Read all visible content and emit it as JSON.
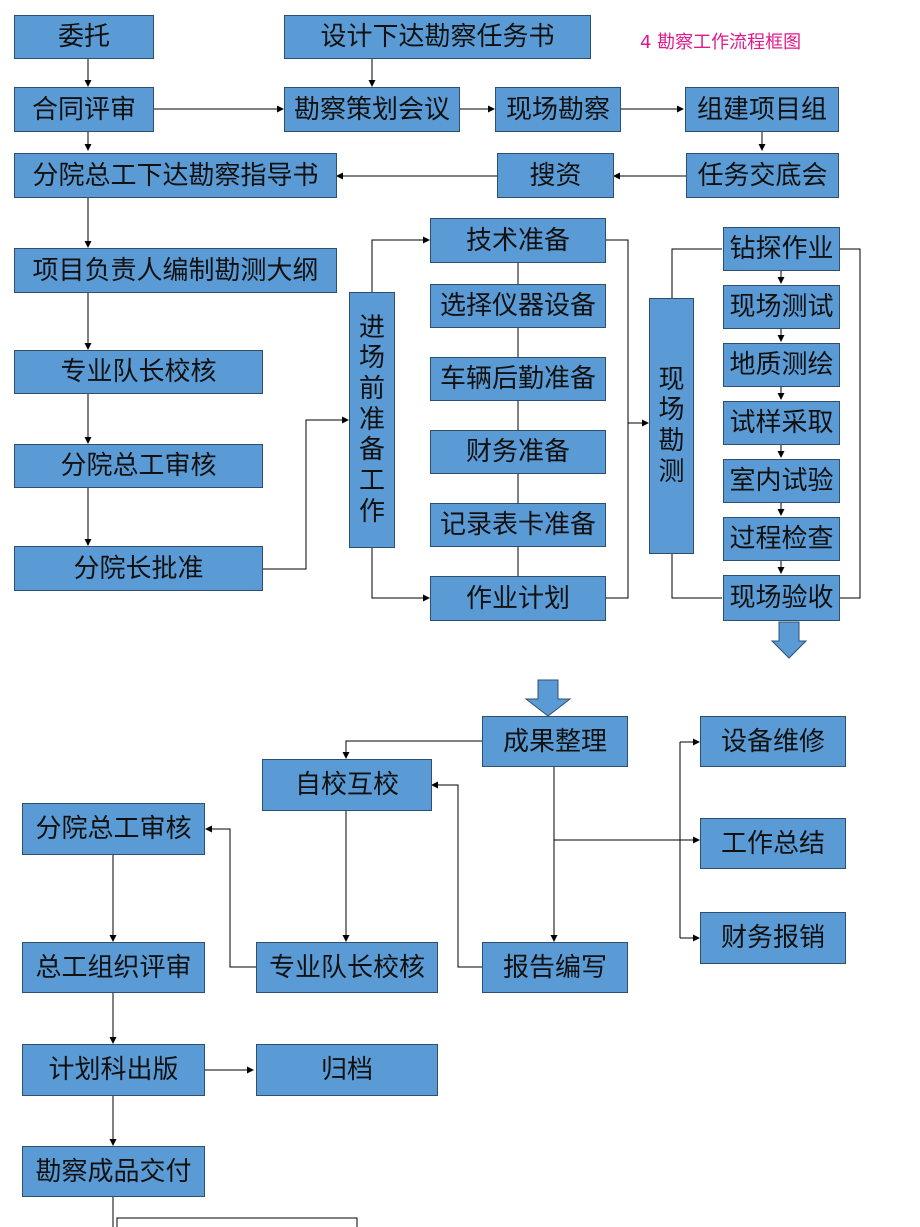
{
  "title": "4 勘察工作流程框图",
  "colors": {
    "node_fill": "#5b9bd5",
    "node_border": "#2f4f6f",
    "title": "#e0198a",
    "line": "#000000"
  },
  "nodes": {
    "commission": "委托",
    "design_task": "设计下达勘察任务书",
    "contract_review": "合同评审",
    "survey_planning": "勘察策划会议",
    "site_survey": "现场勘察",
    "form_team": "组建项目组",
    "guide_book": "分院总工下达勘察指导书",
    "collect_data": "搜资",
    "briefing": "任务交底会",
    "outline": "项目负责人编制勘测大纲",
    "leader_check": "专业队长校核",
    "chief_review": "分院总工审核",
    "director_approve": "分院长批准",
    "pre_work": "进场前准备工作",
    "tech_prep": "技术准备",
    "equip_select": "选择仪器设备",
    "vehicle_prep": "车辆后勤准备",
    "finance_prep": "财务准备",
    "forms_prep": "记录表卡准备",
    "work_plan": "作业计划",
    "field_survey": "现场勘测",
    "drilling": "钻探作业",
    "field_test": "现场测试",
    "geo_mapping": "地质测绘",
    "sampling": "试样采取",
    "lab_test": "室内试验",
    "process_check": "过程检查",
    "field_acceptance": "现场验收",
    "results": "成果整理",
    "self_check": "自校互校",
    "equip_repair": "设备维修",
    "chief_review2": "分院总工审核",
    "work_summary": "工作总结",
    "leader_check2": "专业队长校核",
    "report_write": "报告编写",
    "expense": "财务报销",
    "chief_eval": "总工组织评审",
    "publish": "计划科出版",
    "archive": "归档",
    "delivery": "勘察成品交付"
  }
}
